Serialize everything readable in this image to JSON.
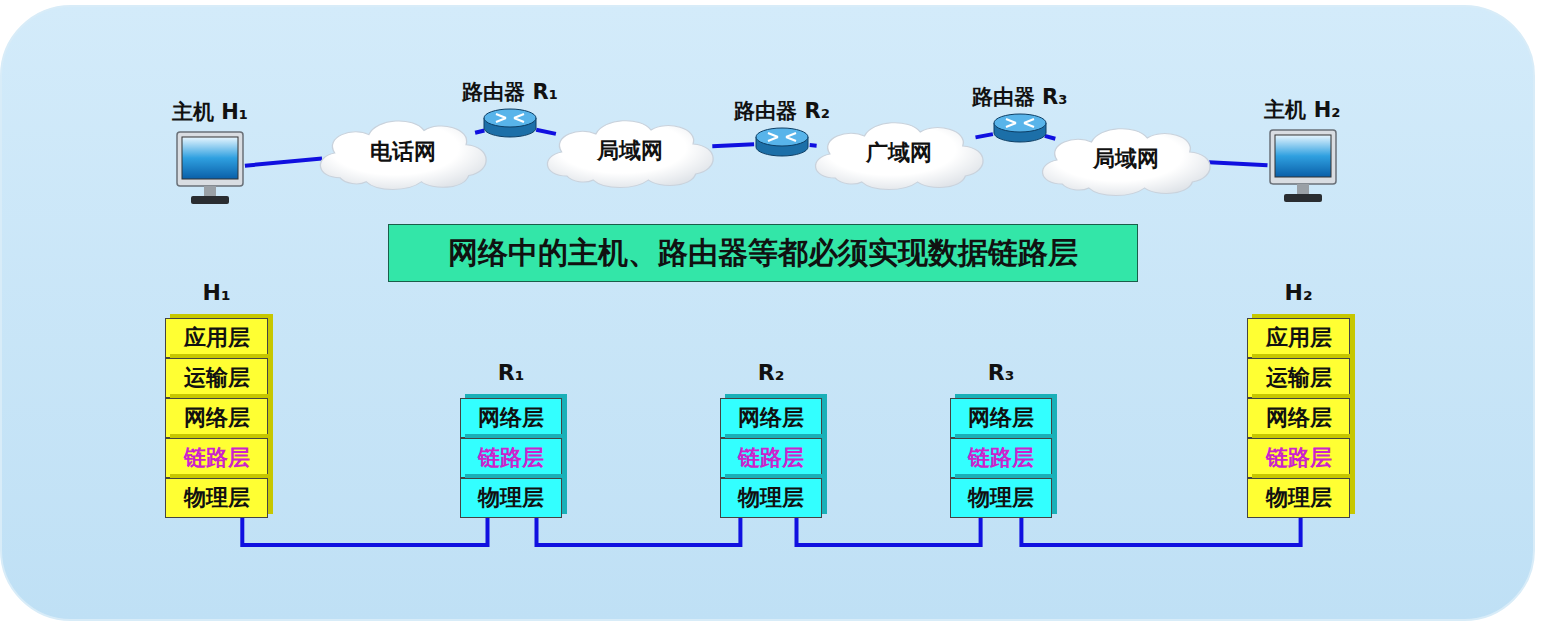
{
  "diagram": {
    "title": "网络中的主机、路由器等都必须实现数据链路层",
    "nodes": [
      {
        "text": [
          "主机 H₁"
        ]
      },
      {
        "text": [
          "电话网"
        ]
      },
      {
        "text": [
          "路由器 R₁"
        ]
      },
      {
        "text": [
          "局域网"
        ]
      },
      {
        "text": [
          "路由器 R₂"
        ]
      },
      {
        "text": [
          "广域网"
        ]
      },
      {
        "text": [
          "路由器 R₃"
        ]
      },
      {
        "text": [
          "局域网"
        ]
      },
      {
        "text": [
          "主机 H₂"
        ]
      },
      {
        "text": [
          "H₁"
        ]
      },
      {
        "text": [
          "应用层"
        ],
        "in": 9
      },
      {
        "text": [
          "运输层"
        ],
        "in": 9
      },
      {
        "text": [
          "网络层"
        ],
        "in": 9
      },
      {
        "text": [
          "链路层"
        ],
        "in": 9
      },
      {
        "text": [
          "物理层"
        ],
        "in": 9
      },
      {
        "text": [
          "R₁"
        ]
      },
      {
        "text": [
          "网络层"
        ],
        "in": 15
      },
      {
        "text": [
          "链路层"
        ],
        "in": 15
      },
      {
        "text": [
          "物理层"
        ],
        "in": 15
      },
      {
        "text": [
          "R₂"
        ]
      },
      {
        "text": [
          "网络层"
        ],
        "in": 19
      },
      {
        "text": [
          "链路层"
        ],
        "in": 19
      },
      {
        "text": [
          "物理层"
        ],
        "in": 19
      },
      {
        "text": [
          "R₃"
        ]
      },
      {
        "text": [
          "网络层"
        ],
        "in": 23
      },
      {
        "text": [
          "链路层"
        ],
        "in": 23
      },
      {
        "text": [
          "物理层"
        ],
        "in": 23
      },
      {
        "text": [
          "H₂"
        ]
      },
      {
        "text": [
          "应用层"
        ],
        "in": 27
      },
      {
        "text": [
          "运输层"
        ],
        "in": 27
      },
      {
        "text": [
          "网络层"
        ],
        "in": 27
      },
      {
        "text": [
          "链路层"
        ],
        "in": 27
      },
      {
        "text": [
          "物理层"
        ],
        "in": 27
      }
    ],
    "edges": [
      {
        "from": 0,
        "to": 1,
        "arrow": "none"
      },
      {
        "from": 1,
        "to": 2,
        "arrow": "none"
      },
      {
        "from": 2,
        "to": 3,
        "arrow": "none"
      },
      {
        "from": 3,
        "to": 4,
        "arrow": "none"
      },
      {
        "from": 4,
        "to": 5,
        "arrow": "none"
      },
      {
        "from": 5,
        "to": 6,
        "arrow": "none"
      },
      {
        "from": 6,
        "to": 7,
        "arrow": "none"
      },
      {
        "from": 7,
        "to": 8,
        "arrow": "none"
      },
      {
        "from": 14,
        "to": 18,
        "arrow": "none"
      },
      {
        "from": 18,
        "to": 22,
        "arrow": "none"
      },
      {
        "from": 22,
        "to": 26,
        "arrow": "none"
      },
      {
        "from": 26,
        "to": 32,
        "arrow": "none"
      }
    ]
  }
}
